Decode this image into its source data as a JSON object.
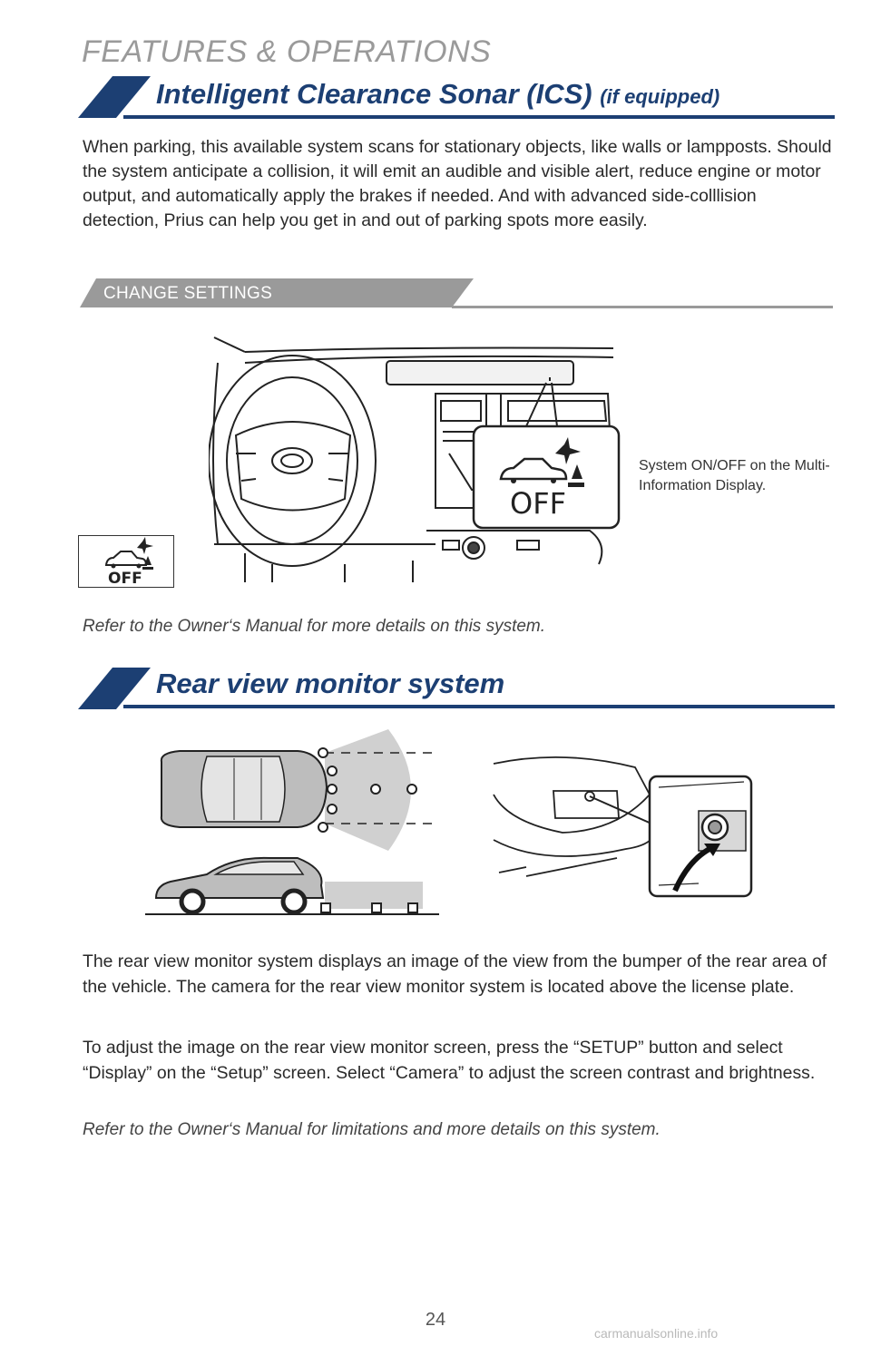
{
  "header": {
    "section_label": "FEATURES & OPERATIONS"
  },
  "ics": {
    "title": "Intelligent Clearance Sonar (ICS)",
    "title_suffix": "(if equipped)",
    "body": "When parking, this available system scans for stationary objects, like walls or lampposts. Should the system anticipate a collision, it will emit an audible and visible alert, reduce engine or motor output, and automatically apply the brakes if needed. And with advanced side-colllision detection, Prius can help you get in and out of parking spots more easily.",
    "change_settings_label": "CHANGE SETTINGS",
    "icon_text": "OFF",
    "caption": "System ON/OFF on the Multi-Information Display.",
    "note": "Refer to the Owner‘s Manual for more details on this system."
  },
  "rear_view": {
    "title": "Rear view monitor system",
    "para1": "The rear view monitor system displays an image of the view from the bumper of the rear area of the vehicle. The camera for the rear view monitor system is located above the license plate.",
    "para2": "To adjust the image on the rear view monitor screen, press the “SETUP” button and select “Display” on the “Setup” screen.  Select “Camera” to adjust the screen contrast and brightness.",
    "note": "Refer to the Owner‘s Manual for limitations and more details on this system."
  },
  "footer": {
    "page_number": "24",
    "watermark": "carmanualsonline.info"
  },
  "colors": {
    "brand_blue": "#1c3f73",
    "tab_gray": "#9a9a9a"
  }
}
